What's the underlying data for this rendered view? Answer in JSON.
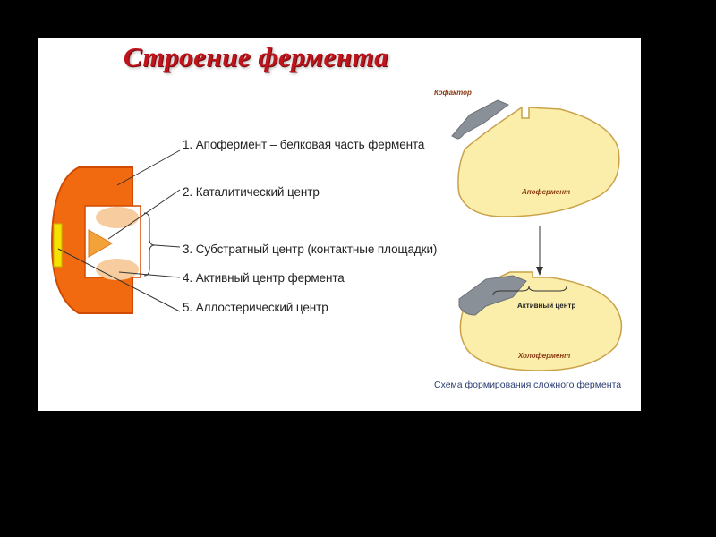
{
  "title": "Строение фермента",
  "labels": [
    "1.  Апофермент  – белковая часть фермента",
    "2. Каталитический центр",
    "3. Субстратный центр (контактные площадки)",
    "4. Активный центр фермента",
    "5. Аллостерический центр"
  ],
  "scheme": {
    "cofactor": "Кофактор",
    "apoenzyme": "Апофермент",
    "active_center": "Активный центр",
    "holoenzyme": "Холофермент",
    "caption": "Схема формирования сложного фермента"
  },
  "colors": {
    "enzyme_orange": "#f26a10",
    "enzyme_outline": "#d04a00",
    "pad_peach": "#f7cda0",
    "allosteric_yellow": "#f4e200",
    "cell_fill": "#fbeeaa",
    "cell_outline": "#c9a24a",
    "cofactor_gray": "#8a9097",
    "title_red": "#c0141c"
  }
}
